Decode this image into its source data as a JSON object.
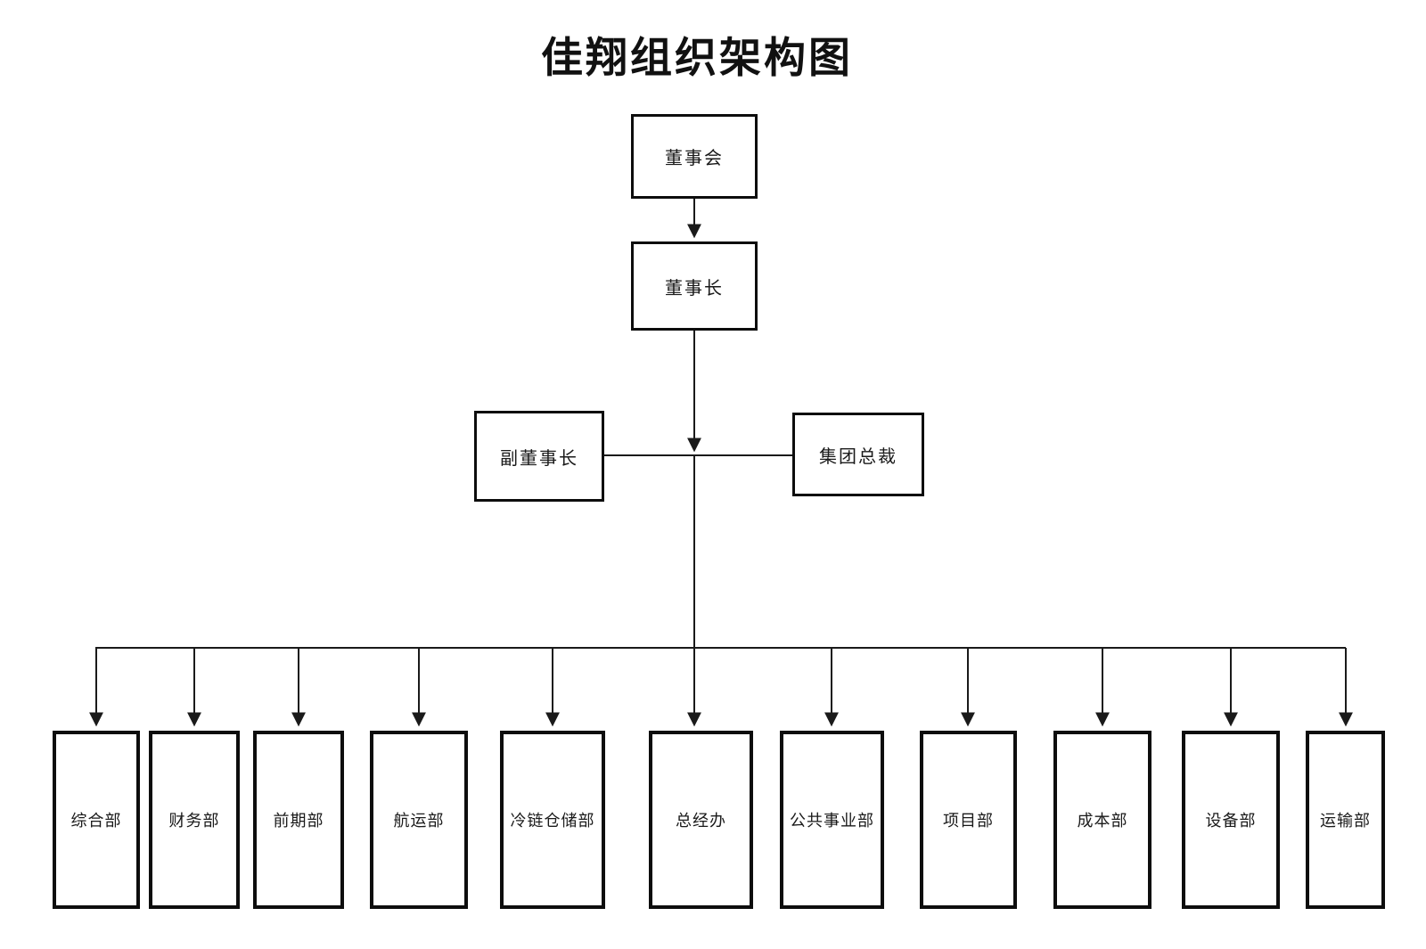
{
  "title": "佳翔组织架构图",
  "nodes": {
    "board": {
      "label": "董事会"
    },
    "chairman": {
      "label": "董事长"
    },
    "vice_chairman": {
      "label": "副董事长"
    },
    "president": {
      "label": "集团总裁"
    }
  },
  "departments": [
    {
      "label": "综合部"
    },
    {
      "label": "财务部"
    },
    {
      "label": "前期部"
    },
    {
      "label": "航运部"
    },
    {
      "label": "冷链仓储部"
    },
    {
      "label": "总经办"
    },
    {
      "label": "公共事业部"
    },
    {
      "label": "项目部"
    },
    {
      "label": "成本部"
    },
    {
      "label": "设备部"
    },
    {
      "label": "运输部"
    }
  ],
  "colors": {
    "background": "#ffffff",
    "line": "#1a1a1a",
    "box_border": "#0d0d0d",
    "text": "#1a1a1a"
  }
}
